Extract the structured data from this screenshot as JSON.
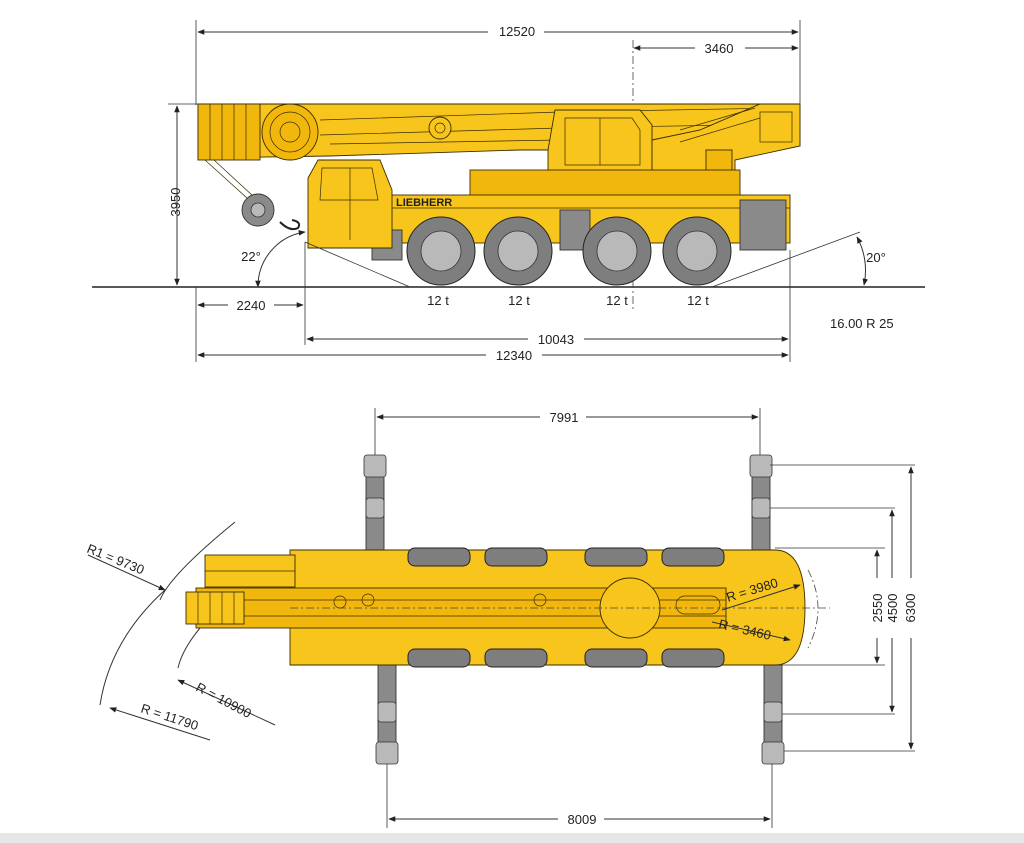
{
  "side_view": {
    "overall_length_top": "12520",
    "boom_overhang": "3460",
    "height": "3950",
    "approach_angle": "22°",
    "departure_angle": "20°",
    "front_overhang": "2240",
    "axle_span": "10043",
    "overall_length_bottom": "12340",
    "axle_loads": [
      "12 t",
      "12 t",
      "12 t",
      "12 t"
    ],
    "tire_size": "16.00 R 25",
    "brand_logo": "LIEBHERR"
  },
  "top_view": {
    "outrigger_span_front": "7991",
    "outrigger_span_rear": "8009",
    "width_inner": "2550",
    "width_mid": "4500",
    "width_outer": "6300",
    "radius_r1": "R1 = 9730",
    "radius_boom": "R = 10900",
    "radius_outer": "R = 11790",
    "radius_tail": "R = 3980",
    "radius_tail_inner": "R = 3460"
  },
  "colors": {
    "crane_yellow": "#f7c51c",
    "outline": "#3a2d00",
    "tire_gray": "#7e7e7e"
  }
}
